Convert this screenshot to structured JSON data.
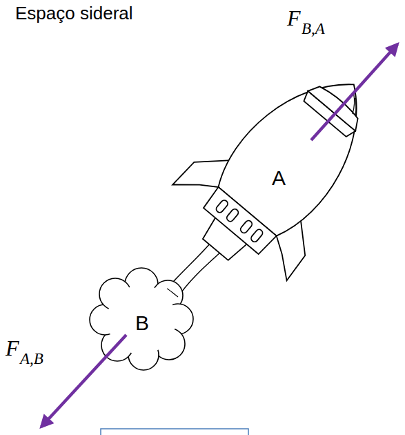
{
  "diagram": {
    "nodes": [
      {
        "text": [
          "A"
        ]
      },
      {
        "text": [
          "B"
        ]
      }
    ],
    "labels": [
      "Espaço sideral",
      "F",
      "B,A",
      "F",
      "A,B"
    ]
  }
}
